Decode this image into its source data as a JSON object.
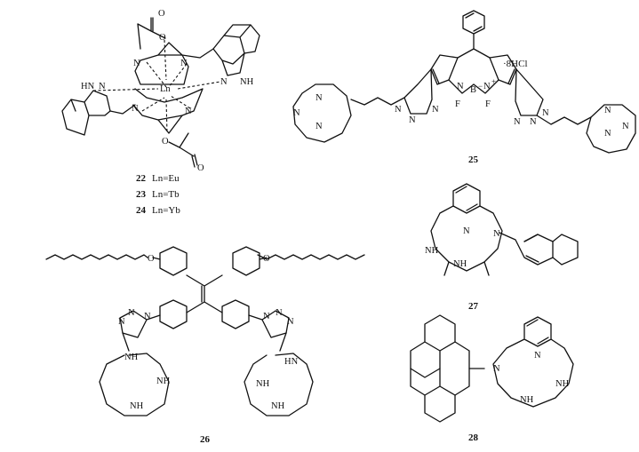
{
  "compounds": {
    "c22": {
      "number": "22",
      "caption": "Ln=Eu"
    },
    "c23": {
      "number": "23",
      "caption": "Ln=Tb"
    },
    "c24": {
      "number": "24",
      "caption": "Ln=Yb"
    },
    "c25": {
      "number": "25",
      "salt": "·8HCl"
    },
    "c26": {
      "number": "26"
    },
    "c27": {
      "number": "27"
    },
    "c28": {
      "number": "28"
    }
  },
  "atoms": {
    "oxygen": "O",
    "nitrogen": "N",
    "nh": "NH",
    "hn": "HN",
    "hn_dash_n": "HN",
    "metal": "Ln",
    "boron": "B",
    "fluorine": "F",
    "boron_charge": "−",
    "nitrogen_charge": "+"
  }
}
